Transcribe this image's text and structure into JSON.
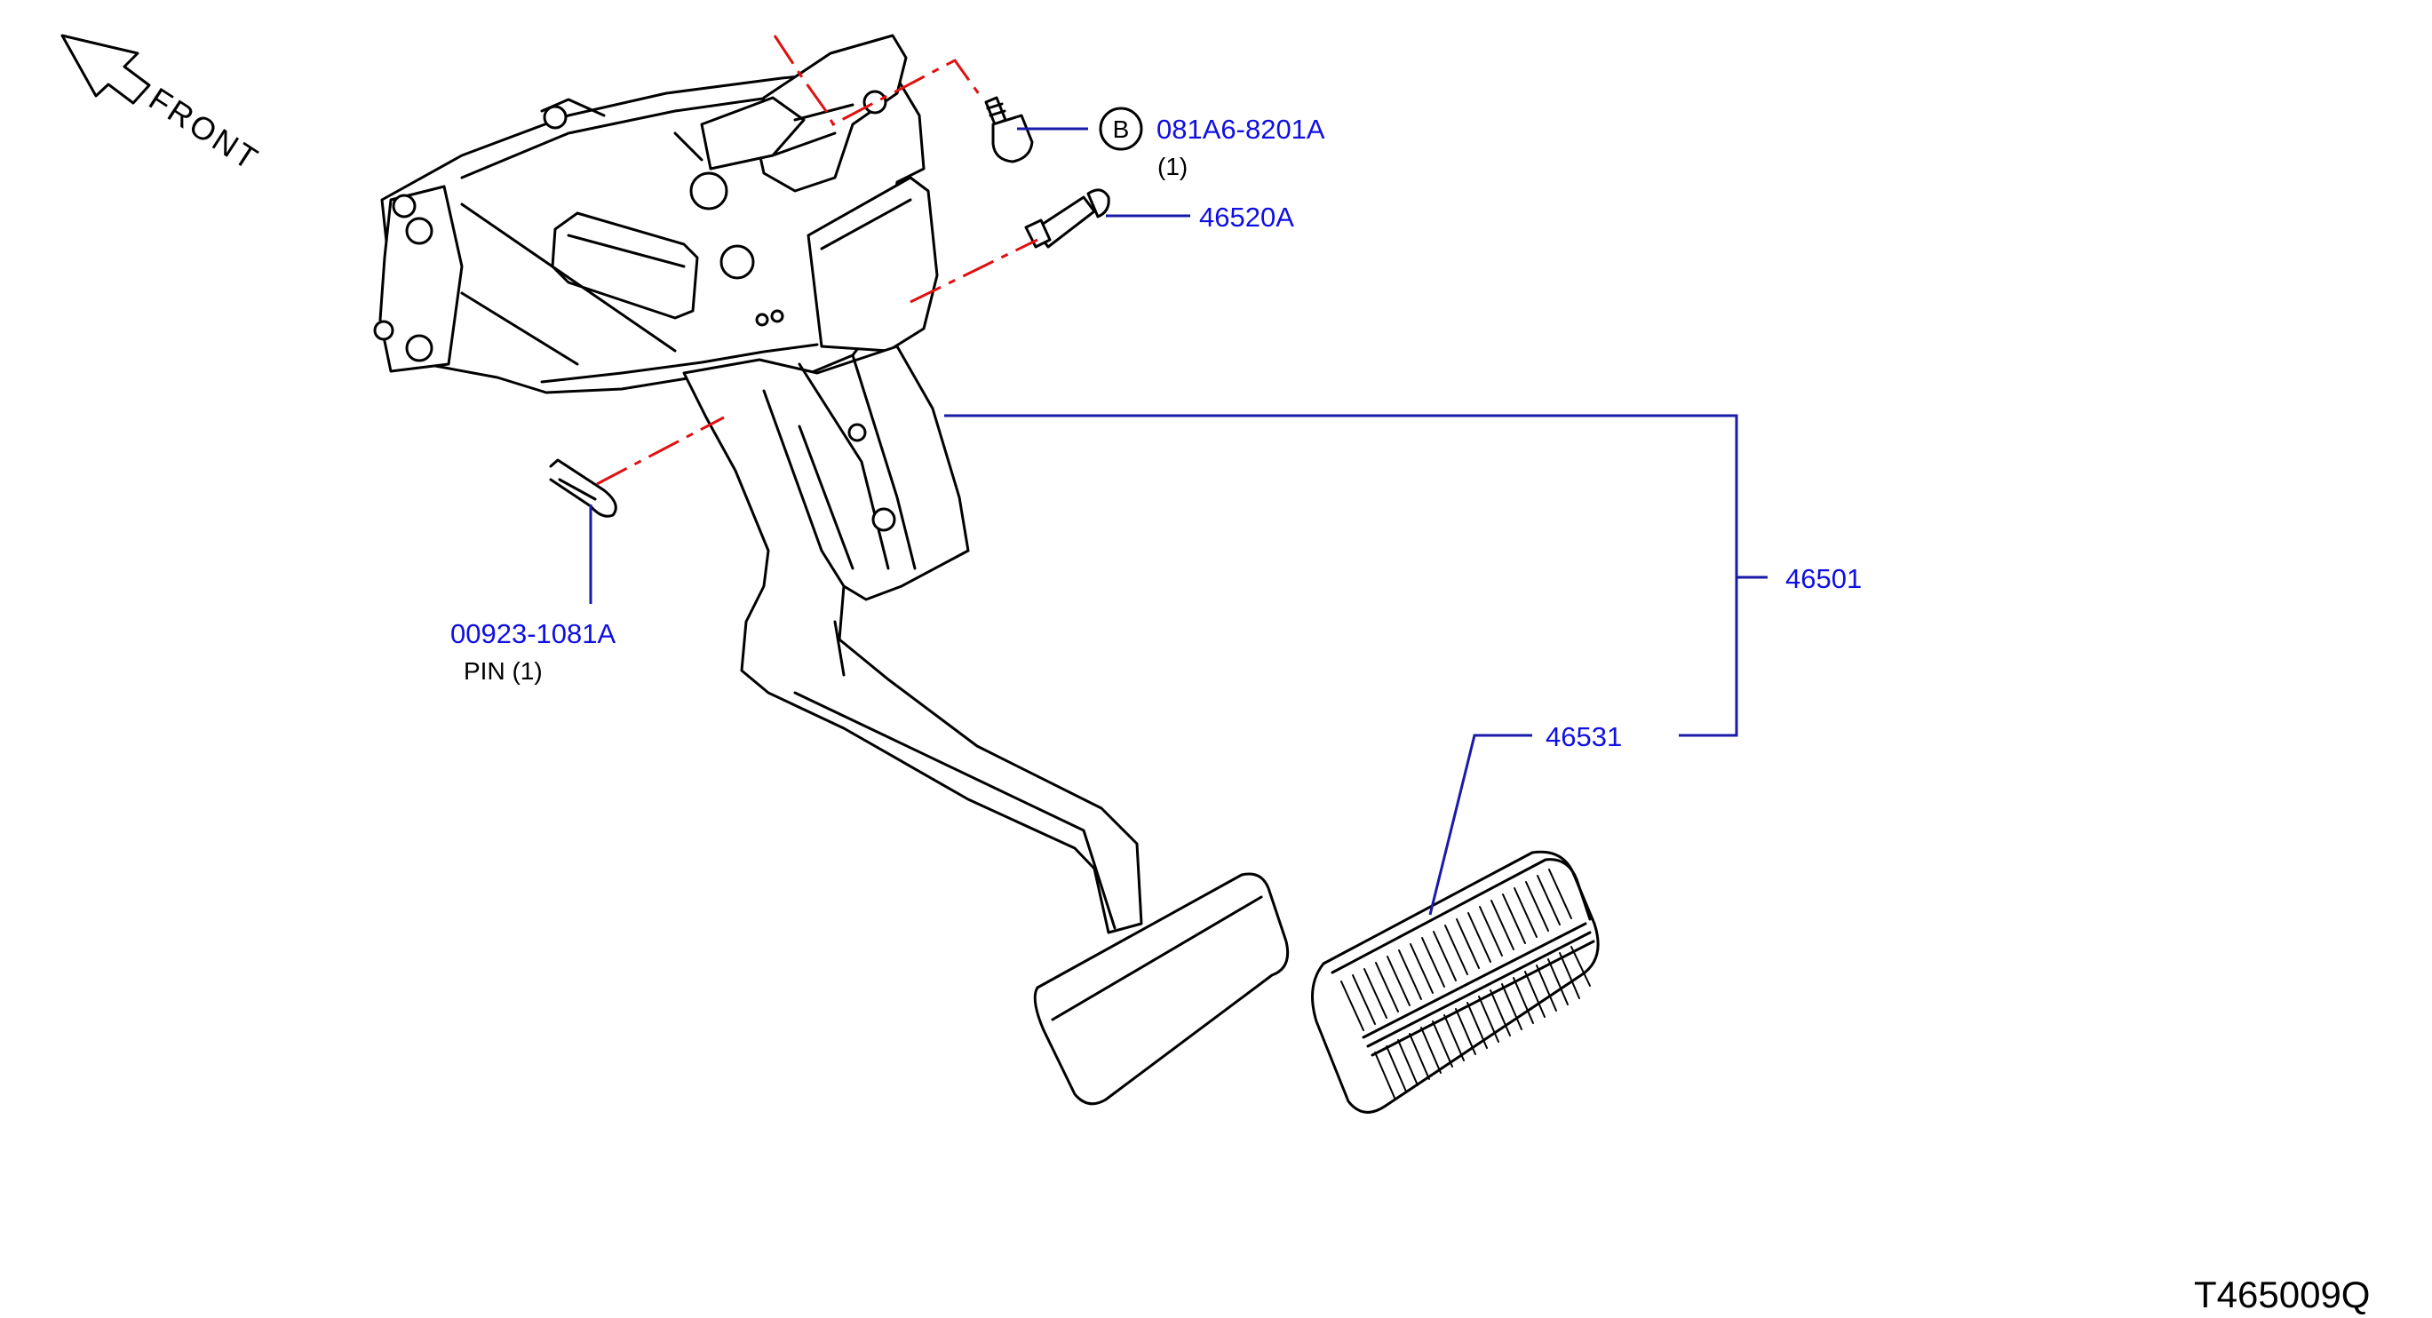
{
  "orientation": {
    "front_label": "FRONT"
  },
  "parts": {
    "bolt": {
      "number": "081A6-8201A",
      "quantity": "(1)",
      "ref_symbol": "B"
    },
    "stopper": {
      "number": "46520A"
    },
    "pin": {
      "number": "00923-1081A",
      "quantity": "PIN (1)"
    },
    "pedal_assembly": {
      "number": "46501"
    },
    "pedal_pad": {
      "number": "46531"
    }
  },
  "drawing_code": "T465009Q",
  "colors": {
    "label": "#1010e0",
    "leader": "#1a1aa8",
    "centerline": "#e01010",
    "outline": "#000000"
  }
}
